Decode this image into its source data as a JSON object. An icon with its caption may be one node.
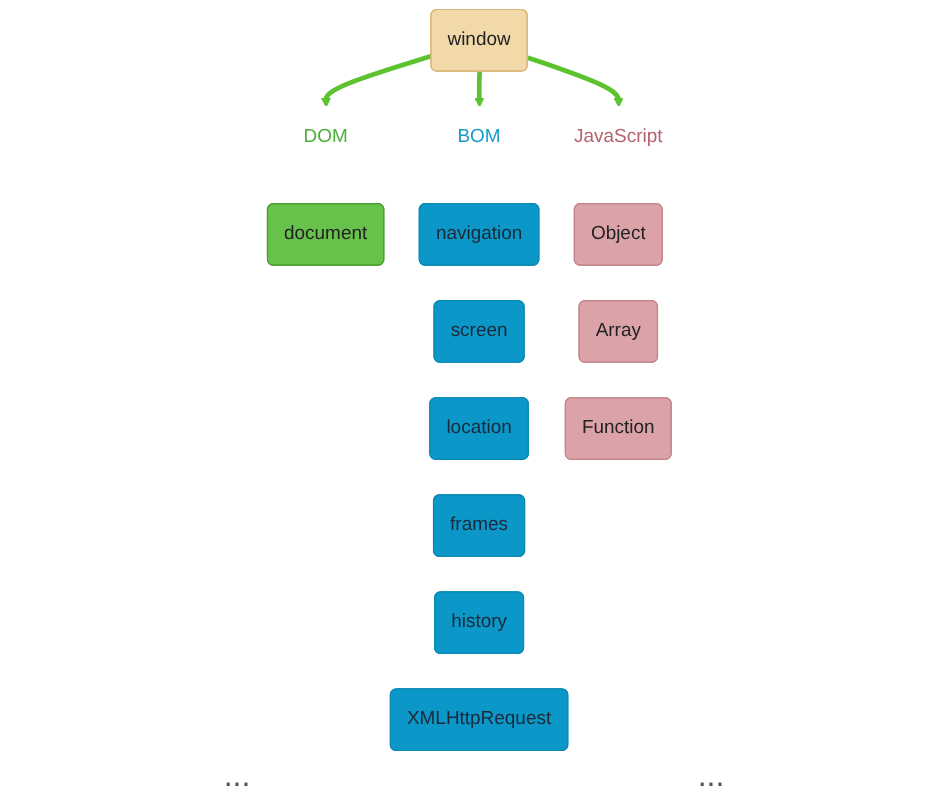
{
  "diagram": {
    "nodes": [
      {
        "text": [
          "window"
        ]
      },
      {
        "text": [
          "DOM"
        ]
      },
      {
        "text": [
          "document"
        ]
      },
      {
        "text": [
          "BOM"
        ]
      },
      {
        "text": [
          "navigation"
        ]
      },
      {
        "text": [
          "screen"
        ]
      },
      {
        "text": [
          "location"
        ]
      },
      {
        "text": [
          "frames"
        ]
      },
      {
        "text": [
          "history"
        ]
      },
      {
        "text": [
          "XMLHttpRequest"
        ]
      },
      {
        "text": [
          "JavaScript"
        ]
      },
      {
        "text": [
          "Object"
        ]
      },
      {
        "text": [
          "Array"
        ]
      },
      {
        "text": [
          "Function"
        ]
      }
    ],
    "edges": [
      {
        "from": 0,
        "to": 1,
        "arrow": "to"
      },
      {
        "from": 0,
        "to": 3,
        "arrow": "to"
      },
      {
        "from": 0,
        "to": 10,
        "arrow": "to"
      }
    ],
    "labels": [
      "...",
      "..."
    ]
  }
}
